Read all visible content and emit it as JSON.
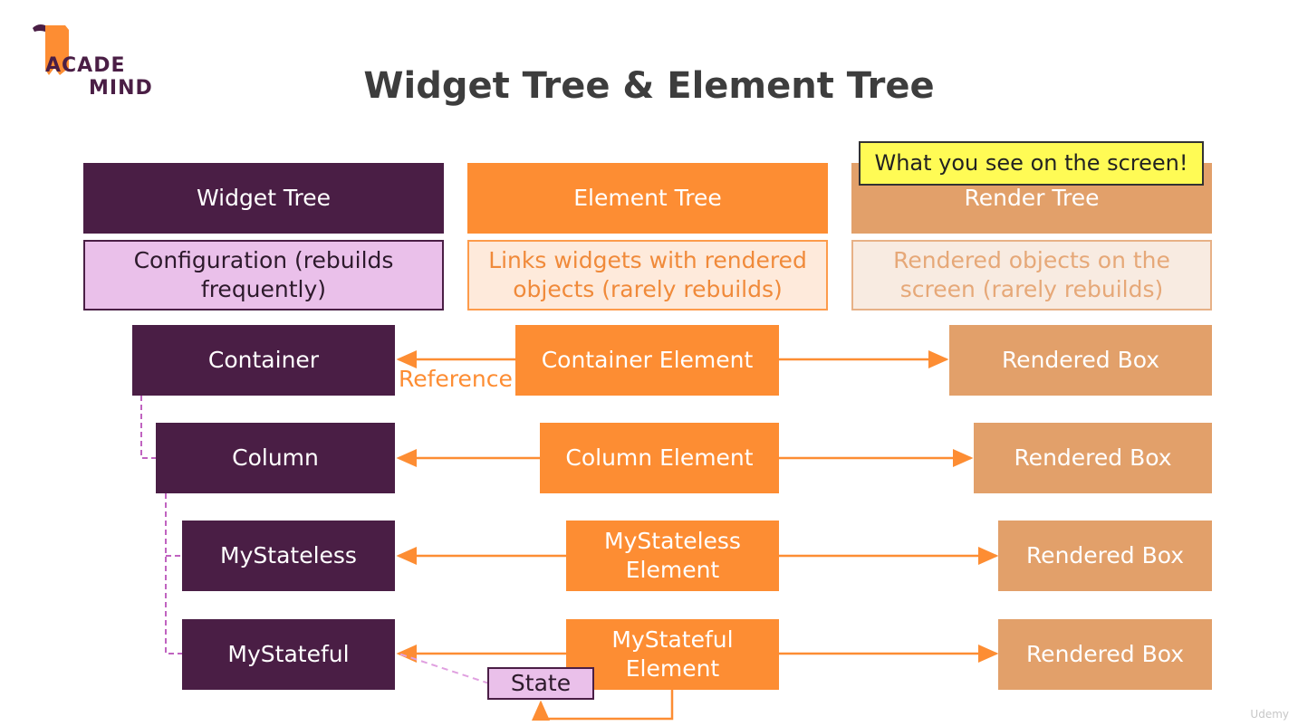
{
  "title": "Widget Tree & Element Tree",
  "logo": {
    "line1": "ACADE",
    "line2": "MIND"
  },
  "sticker": "What you see on the screen!",
  "columns": [
    {
      "header": "Widget Tree",
      "description": "Configuration (rebuilds\nfrequently)"
    },
    {
      "header": "Element Tree",
      "description": "Links widgets with rendered\nobjects (rarely rebuilds)"
    },
    {
      "header": "Render Tree",
      "description": "Rendered objects on the\nscreen (rarely rebuilds)"
    }
  ],
  "rows": [
    {
      "widget": "Container",
      "element": "Container Element",
      "render": "Rendered Box"
    },
    {
      "widget": "Column",
      "element": "Column Element",
      "render": "Rendered Box"
    },
    {
      "widget": "MyStateless",
      "element": "MyStateless\nElement",
      "render": "Rendered Box"
    },
    {
      "widget": "MyStateful",
      "element": "MyStateful\nElement",
      "render": "Rendered Box"
    }
  ],
  "reference_label": "Reference",
  "state_label": "State",
  "watermark": "Udemy",
  "colors": {
    "widget": "#4a1e45",
    "element": "#fd8d33",
    "render": "#e2a06a",
    "sticker": "#fffb55",
    "tree_link": "#c063c0"
  }
}
